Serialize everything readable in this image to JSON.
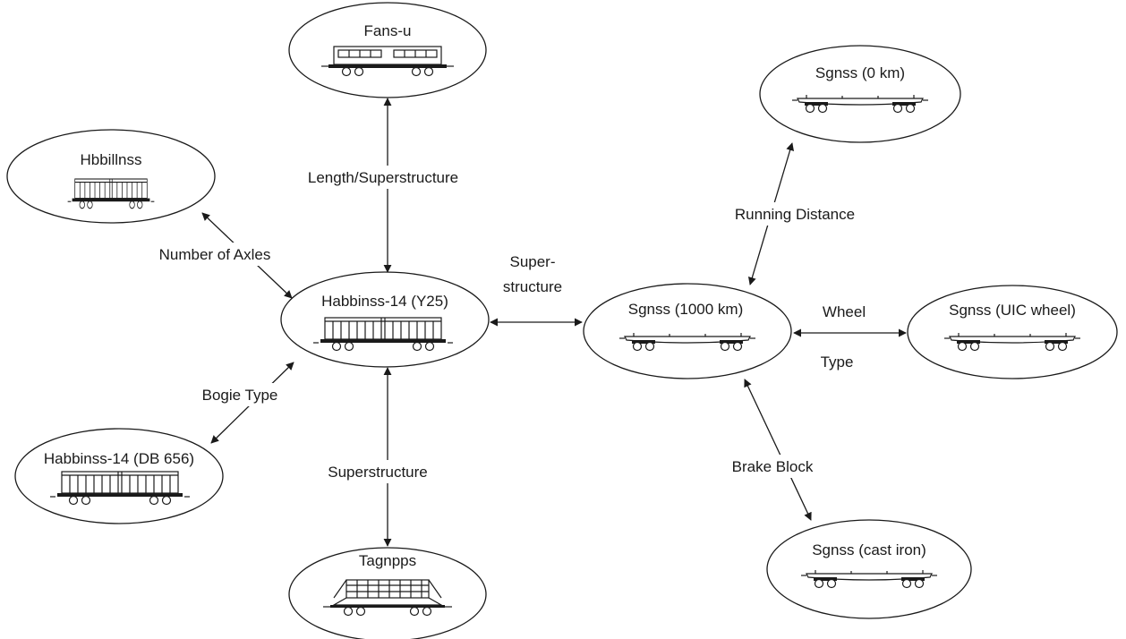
{
  "nodes": {
    "fans_u": {
      "title": "Fans-u",
      "icon": "box-wagon-long-icon"
    },
    "hbbillnss": {
      "title": "Hbbillnss",
      "icon": "sliding-wall-wagon-icon"
    },
    "habbinss_y25": {
      "title": "Habbinss-14 (Y25)",
      "icon": "sliding-wall-wagon-icon"
    },
    "habbinss_db656": {
      "title": "Habbinss-14 (DB 656)",
      "icon": "sliding-wall-wagon-icon"
    },
    "tagnpps": {
      "title": "Tagnpps",
      "icon": "hopper-wagon-icon"
    },
    "sgnss_1000": {
      "title": "Sgnss (1000 km)",
      "icon": "flat-wagon-icon"
    },
    "sgnss_0": {
      "title": "Sgnss (0 km)",
      "icon": "flat-wagon-icon"
    },
    "sgnss_uic": {
      "title": "Sgnss (UIC wheel)",
      "icon": "flat-wagon-icon"
    },
    "sgnss_cast": {
      "title": "Sgnss (cast iron)",
      "icon": "flat-wagon-icon"
    }
  },
  "edges": {
    "length_superstructure": "Length/Superstructure",
    "number_of_axles": "Number of Axles",
    "bogie_type": "Bogie Type",
    "superstructure": "Superstructure",
    "super_structure_line1": "Super-",
    "super_structure_line2": "structure",
    "running_distance": "Running Distance",
    "wheel_type_line1": "Wheel",
    "wheel_type_line2": "Type",
    "brake_block": "Brake Block"
  },
  "colors": {
    "ink": "#1a1a1a",
    "background": "#ffffff"
  }
}
